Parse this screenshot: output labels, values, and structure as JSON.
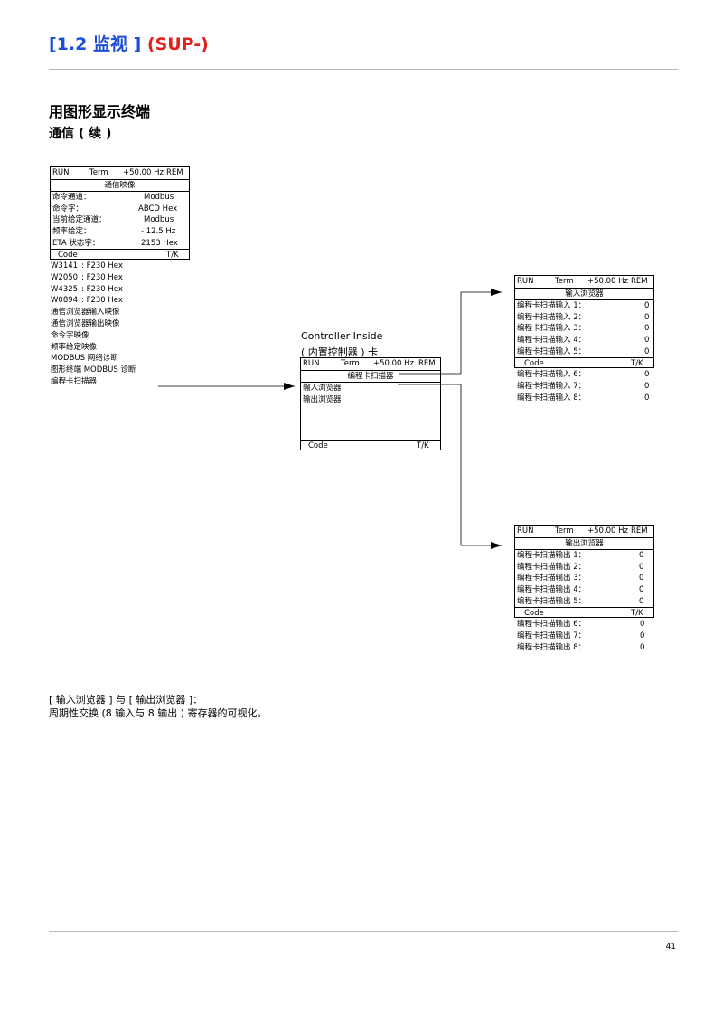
{
  "header": {
    "title_blue": "[1.2 监视 ]",
    "title_red": "(SUP-)"
  },
  "section_title": "用图形显示终端",
  "sub_title": "通信 ( 续 )",
  "status_bar": {
    "run": "RUN",
    "term": "Term",
    "freq": "+50.00 Hz",
    "rem": "REM"
  },
  "footer_bar": {
    "code": "Code",
    "tk": "T/K"
  },
  "comm_map": {
    "title": "通信映像",
    "rows": [
      {
        "label": "命令通道：",
        "value": "Modbus"
      },
      {
        "label": "命令字：",
        "value": "ABCD Hex"
      },
      {
        "label": "当前给定通道：",
        "value": "Modbus"
      },
      {
        "label": "频率给定：",
        "value": "- 12.5 Hz"
      },
      {
        "label": "ETA 状态字：",
        "value": "2153 Hex"
      }
    ]
  },
  "left_list": {
    "registers": [
      {
        "label": "W3141",
        "value": ": F230 Hex"
      },
      {
        "label": "W2050",
        "value": ": F230 Hex"
      },
      {
        "label": "W4325",
        "value": ": F230 Hex"
      },
      {
        "label": "W0894",
        "value": ": F230 Hex"
      }
    ],
    "items": [
      "通信浏览器输入映像",
      "通信浏览器输出映像",
      "命令字映像",
      "频率给定映像",
      "MODBUS 网络诊断",
      "图形终端 MODBUS 诊断",
      "编程卡扫描器"
    ]
  },
  "controller": {
    "label_line1": "Controller Inside",
    "label_line2": "( 内置控制器 ) 卡",
    "title": "编程卡扫描器",
    "items": [
      "输入浏览器",
      "输出浏览器"
    ]
  },
  "input_browser": {
    "title": "输入浏览器",
    "rows": [
      {
        "label": "编程卡扫描输入 1：",
        "value": "0"
      },
      {
        "label": "编程卡扫描输入 2：",
        "value": "0"
      },
      {
        "label": "编程卡扫描输入 3：",
        "value": "0"
      },
      {
        "label": "编程卡扫描输入 4：",
        "value": "0"
      },
      {
        "label": "编程卡扫描输入 5：",
        "value": "0"
      }
    ],
    "extra_rows": [
      {
        "label": "编程卡扫描输入 6：",
        "value": "0"
      },
      {
        "label": "编程卡扫描输入 7：",
        "value": "0"
      },
      {
        "label": "编程卡扫描输入 8：",
        "value": "0"
      }
    ]
  },
  "output_browser": {
    "title": "输出浏览器",
    "rows": [
      {
        "label": "编程卡扫描输出 1：",
        "value": "0"
      },
      {
        "label": "编程卡扫描输出 2：",
        "value": "0"
      },
      {
        "label": "编程卡扫描输出 3：",
        "value": "0"
      },
      {
        "label": "编程卡扫描输出 4：",
        "value": "0"
      },
      {
        "label": "编程卡扫描输出 5：",
        "value": "0"
      }
    ],
    "extra_rows": [
      {
        "label": "编程卡扫描输出 6：",
        "value": "0"
      },
      {
        "label": "编程卡扫描输出 7：",
        "value": "0"
      },
      {
        "label": "编程卡扫描输出 8：",
        "value": "0"
      }
    ]
  },
  "note": {
    "line1": "[ 输入浏览器 ] 与 [ 输出浏览器 ]：",
    "line2": "周期性交换 (8 输入与 8 输出 ) 寄存器的可视化。"
  },
  "page_number": "41"
}
